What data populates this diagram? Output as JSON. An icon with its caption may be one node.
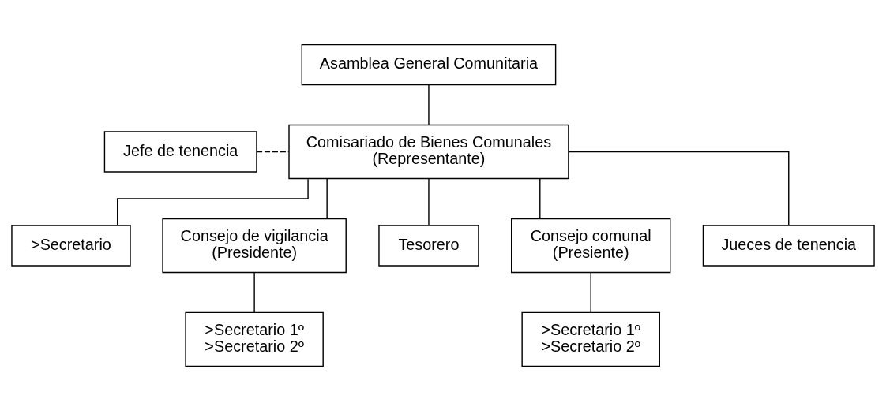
{
  "diagram": {
    "nodes": [
      {
        "text": [
          "Asamblea General Comunitaria"
        ]
      },
      {
        "text": [
          "Comisariado de Bienes Comunales",
          "(Representante)"
        ]
      },
      {
        "text": [
          "Jefe de tenencia"
        ]
      },
      {
        "text": [
          ">Secretario"
        ]
      },
      {
        "text": [
          "Consejo de vigilancia",
          "(Presidente)"
        ]
      },
      {
        "text": [
          "Tesorero"
        ]
      },
      {
        "text": [
          "Consejo comunal",
          "(Presiente)"
        ]
      },
      {
        "text": [
          "Jueces de tenencia"
        ]
      },
      {
        "text": [
          ">Secretario 1º",
          ">Secretario 2º"
        ]
      },
      {
        "text": [
          ">Secretario 1º",
          ">Secretario 2º"
        ]
      }
    ],
    "edges": [
      {
        "from": 0,
        "to": 1,
        "arrow": "none"
      },
      {
        "from": 2,
        "to": 1,
        "arrow": "none",
        "style": "dashed"
      },
      {
        "from": 1,
        "to": 3,
        "arrow": "none"
      },
      {
        "from": 1,
        "to": 4,
        "arrow": "none"
      },
      {
        "from": 1,
        "to": 5,
        "arrow": "none"
      },
      {
        "from": 1,
        "to": 6,
        "arrow": "none"
      },
      {
        "from": 1,
        "to": 7,
        "arrow": "none"
      },
      {
        "from": 4,
        "to": 8,
        "arrow": "none"
      },
      {
        "from": 6,
        "to": 9,
        "arrow": "none"
      }
    ]
  }
}
